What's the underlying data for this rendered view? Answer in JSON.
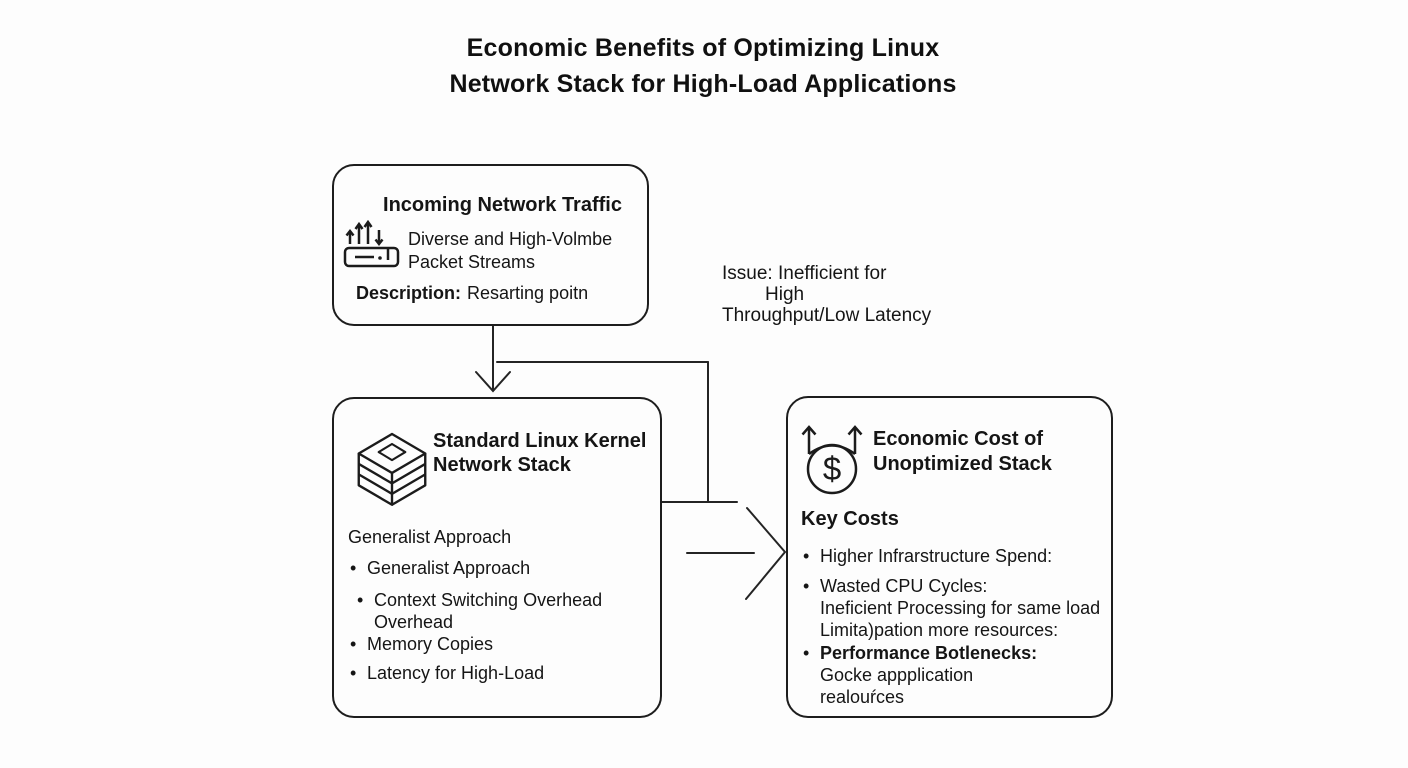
{
  "title": {
    "line1": "Economic Benefits of Optimizing Linux",
    "line2": "Network Stack for High-Load Applications"
  },
  "glyphs": {
    "bullet": "•"
  },
  "incoming_box": {
    "title": "Incoming Network Traffic",
    "subtitle_line1": "Diverse and High-Volmbe",
    "subtitle_line2": "Packet Streams",
    "description_label": "Description:",
    "description_value": "Resarting poitn",
    "icon": "network-traffic-arrows"
  },
  "issue_note": {
    "line1": "Issue: Inefficient for",
    "line2": "High",
    "line3": "Throughput/Low Latency"
  },
  "kernel_box": {
    "title_line1": "Standard Linux Kernel",
    "title_line2": "Network Stack",
    "intro": "Generalist Approach",
    "bullet1": "Generalist Approach",
    "bullet2_line1": "Context Switching Overhead",
    "bullet2_line2": "Overhead",
    "bullet3": "Memory Copies",
    "bullet4": "Latency for High-Load",
    "icon": "kernel-stack-cube"
  },
  "cost_box": {
    "title_line1": "Economic Cost of",
    "title_line2": "Unoptimized Stack",
    "heading": "Key Costs",
    "bullet1": "Higher Infrarstructure Spend:",
    "bullet2_title": "Wasted CPU Cycles:",
    "bullet2_line2": "Ineficient Processing for same load",
    "bullet2_line3": "Limita)pation more resources:",
    "bullet3_title": "Performance Botlenecks:",
    "bullet3_line2": "Gocke appplication",
    "bullet3_line3": "realouŕces",
    "icon_symbol": "$",
    "icon": "rising-cost-dollar"
  },
  "colors": {
    "background": "#fdfdfd",
    "line": "#1d1d1d",
    "text": "#151515"
  }
}
